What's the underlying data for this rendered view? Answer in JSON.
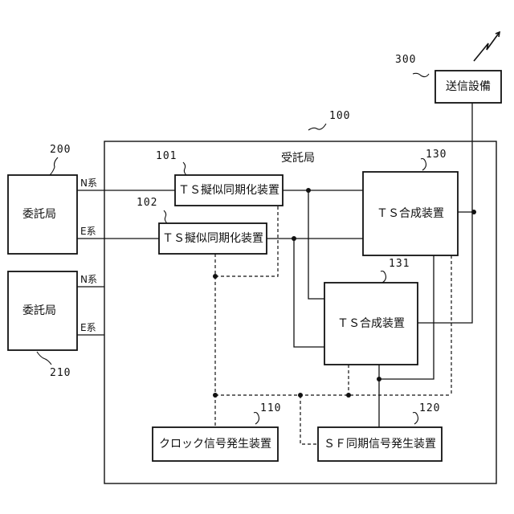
{
  "colors": {
    "ink": "#111111",
    "background": "#ffffff"
  },
  "icons": {
    "antenna": "lightning-bolt-icon"
  },
  "blocks": {
    "consignor_200": {
      "label": "委託局",
      "ref": "200",
      "lines": [
        "N系",
        "E系"
      ]
    },
    "consignor_210": {
      "label": "委託局",
      "ref": "210",
      "lines": [
        "N系",
        "E系"
      ]
    },
    "trustee_100": {
      "label": "受託局",
      "ref": "100"
    },
    "ts_pseudo_sync_101": {
      "label": "ＴＳ擬似同期化装置",
      "ref": "101"
    },
    "ts_pseudo_sync_102": {
      "label": "ＴＳ擬似同期化装置",
      "ref": "102"
    },
    "ts_combiner_130": {
      "label": "ＴＳ合成装置",
      "ref": "130"
    },
    "ts_combiner_131": {
      "label": "ＴＳ合成装置",
      "ref": "131"
    },
    "clock_gen_110": {
      "label": "クロック信号発生装置",
      "ref": "110"
    },
    "sf_sync_gen_120": {
      "label": "ＳＦ同期信号発生装置",
      "ref": "120"
    },
    "transmitter_300": {
      "label": "送信設備",
      "ref": "300"
    }
  }
}
